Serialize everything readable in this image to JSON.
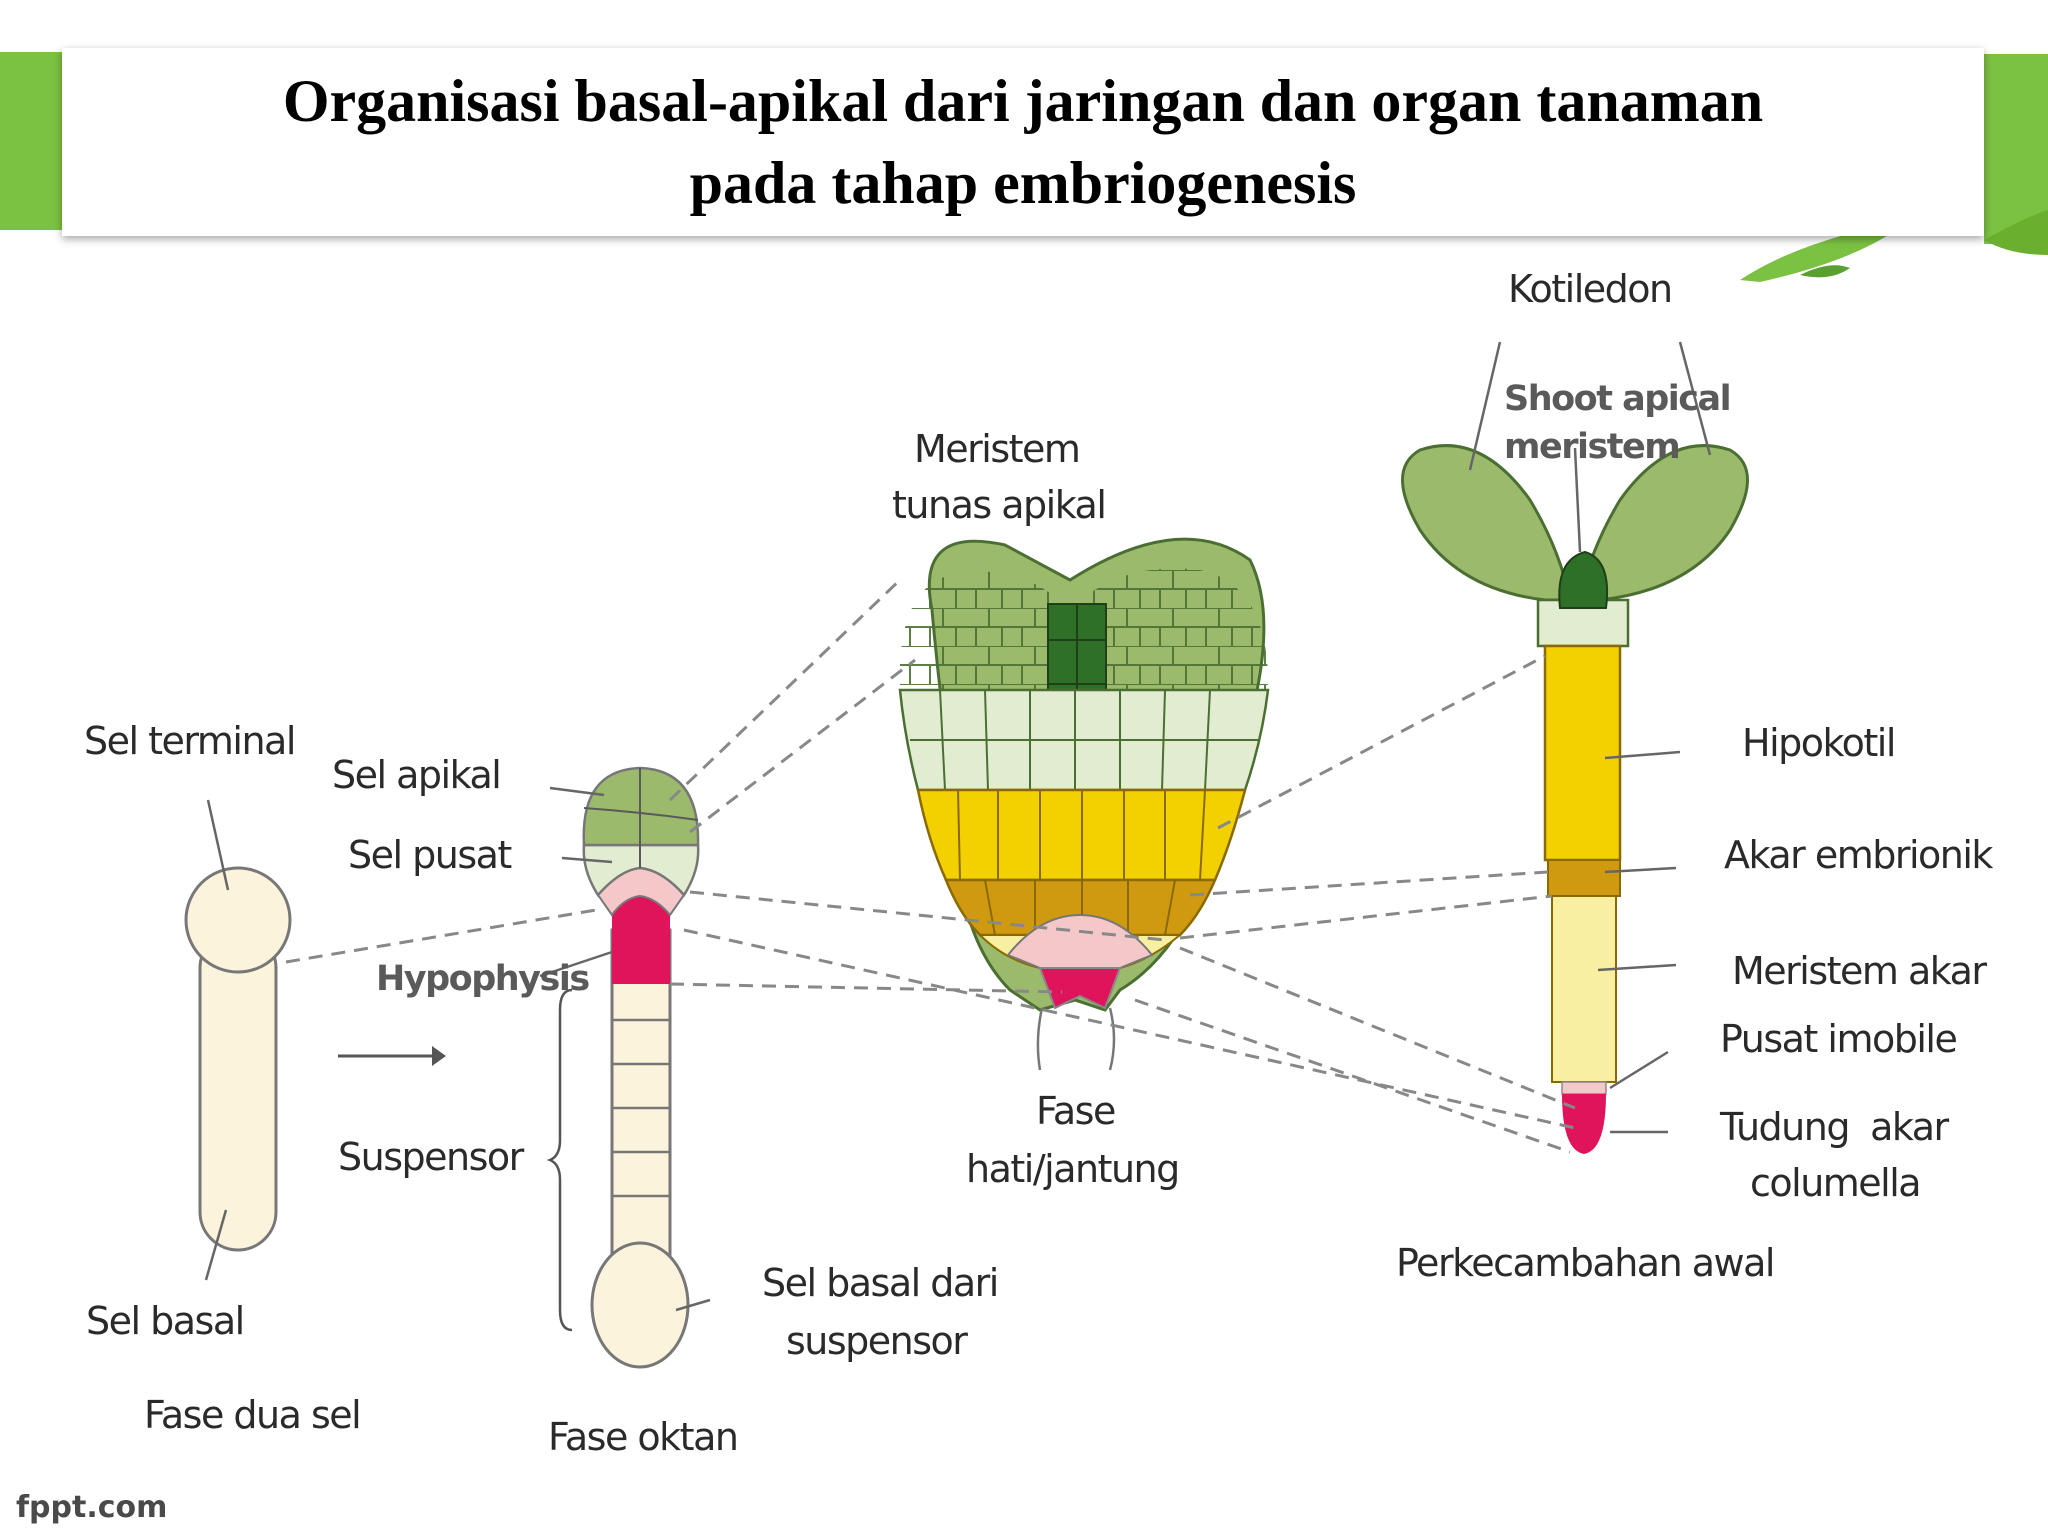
{
  "title": {
    "line1": "Organisasi basal-apikal dari jaringan dan organ tanaman",
    "line2": "pada tahap embriogenesis"
  },
  "labels": {
    "sel_terminal": "Sel terminal",
    "sel_basal": "Sel basal",
    "fase_dua_sel": "Fase dua sel",
    "sel_apikal": "Sel apikal",
    "sel_pusat": "Sel pusat",
    "hypophysis": "Hypophysis",
    "suspensor": "Suspensor",
    "sel_basal_dari_line1": "Sel basal dari",
    "sel_basal_dari_line2": "suspensor",
    "fase_oktan": "Fase oktan",
    "meristem_tunas_line1": "Meristem",
    "meristem_tunas_line2": "tunas apikal",
    "fase_hati_line1": "Fase",
    "fase_hati_line2": "hati/jantung",
    "kotiledon": "Kotiledon",
    "shoot_apical_line1": "Shoot apical",
    "shoot_apical_line2": "meristem",
    "hipokotil": "Hipokotil",
    "akar_embrionik": "Akar embrionik",
    "meristem_akar": "Meristem akar",
    "pusat_imobile": "Pusat imobile",
    "tudung_line1": "Tudung  akar",
    "tudung_line2": "columella",
    "perkecambahan_awal": "Perkecambahan awal"
  },
  "footer": "fppt.com",
  "colors": {
    "green_accent": "#7cc242",
    "light_green": "#9cba6c",
    "pale_green": "#e2ecd0",
    "dark_green": "#2e7028",
    "yellow": "#f3d000",
    "ochre": "#d09a10",
    "pale_yellow": "#f8f0a0",
    "magenta": "#e0145a",
    "pink": "#f4c8c8",
    "cream": "#fcf3dc"
  },
  "icons": [
    "arrow-right-icon"
  ]
}
